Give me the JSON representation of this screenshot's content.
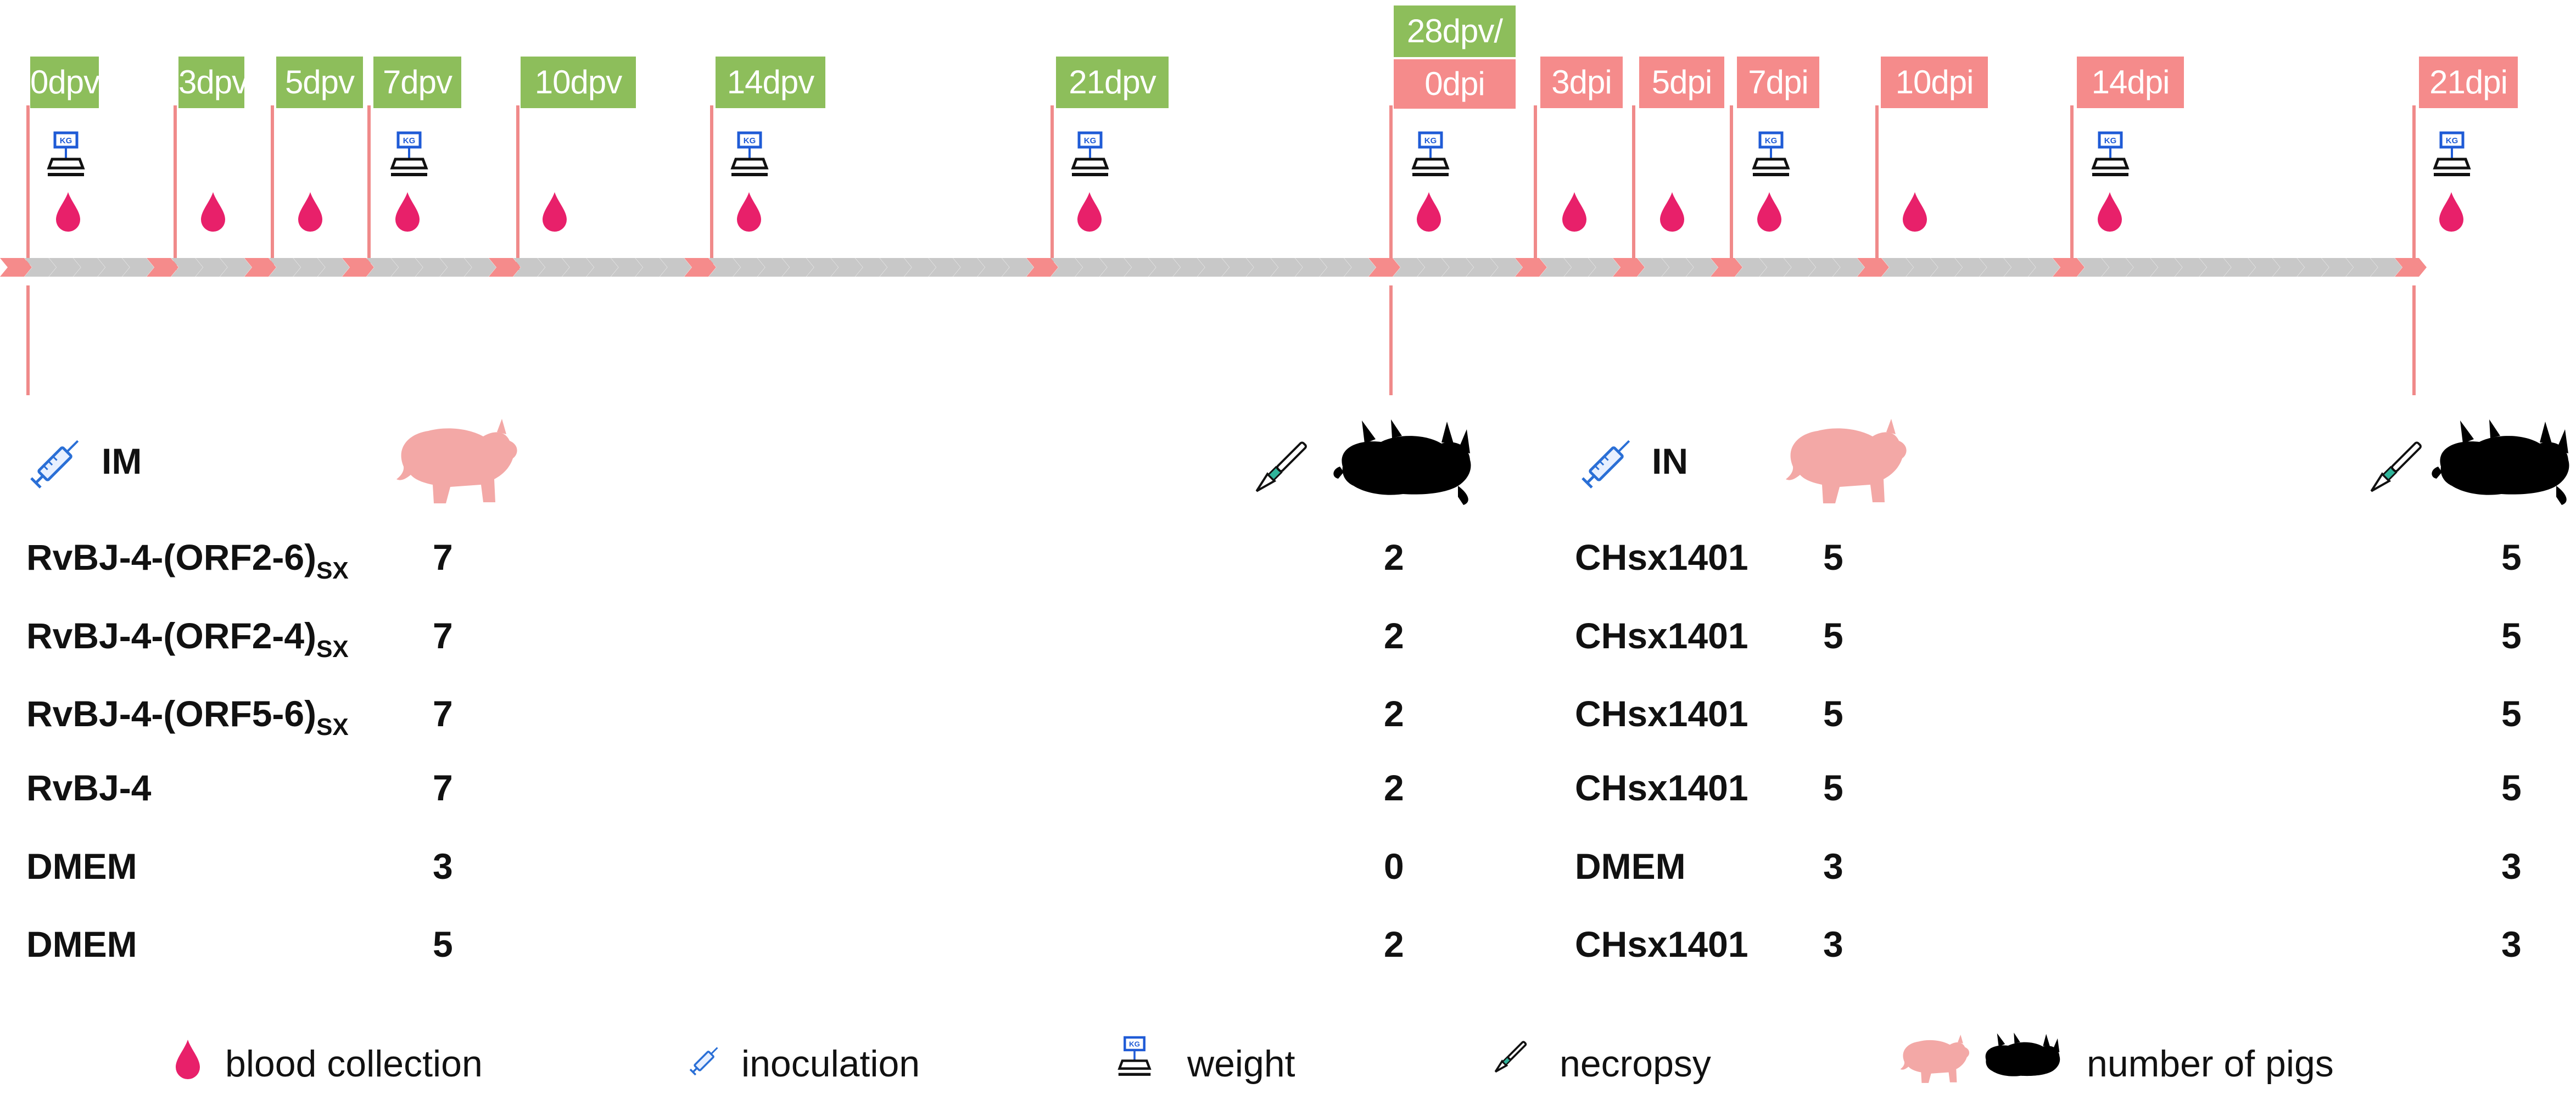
{
  "colors": {
    "vaccination": "#8dbe5b",
    "challenge": "#f58b8b",
    "blood": "#e8206a",
    "arrow_grey": "#c8c8c8",
    "arrow_pink": "#f58b8b",
    "pig_live": "#f3a8a6",
    "pig_dead": "#000000",
    "syringe": "#2a6fd6",
    "scale": "#1f5bd6"
  },
  "timeline": {
    "labels": [
      {
        "text": "0dpv",
        "type": "vaccination"
      },
      {
        "text": "3dpv",
        "type": "vaccination"
      },
      {
        "text": "5dpv",
        "type": "vaccination"
      },
      {
        "text": "7dpv",
        "type": "vaccination"
      },
      {
        "text": "10dpv",
        "type": "vaccination"
      },
      {
        "text": "14dpv",
        "type": "vaccination"
      },
      {
        "text": "21dpv",
        "type": "vaccination"
      },
      {
        "text": "28dpv/",
        "type": "vaccination"
      },
      {
        "text": "0dpi",
        "type": "challenge"
      },
      {
        "text": "3dpi",
        "type": "challenge"
      },
      {
        "text": "5dpi",
        "type": "challenge"
      },
      {
        "text": "7dpi",
        "type": "challenge"
      },
      {
        "text": "10dpi",
        "type": "challenge"
      },
      {
        "text": "14dpi",
        "type": "challenge"
      },
      {
        "text": "21dpi",
        "type": "challenge"
      }
    ],
    "icons": [
      "weight-icon",
      "blood-drop-icon",
      "syringe-icon",
      "scalpel-icon",
      "pig-icon"
    ]
  },
  "vaccination_block": {
    "route": "IM",
    "rows": [
      {
        "name": "RvBJ-4-(ORF2-6)",
        "subscript": "SX",
        "pigs": "7",
        "necropsy": "2"
      },
      {
        "name": "RvBJ-4-(ORF2-4)",
        "subscript": "SX",
        "pigs": "7",
        "necropsy": "2"
      },
      {
        "name": "RvBJ-4-(ORF5-6)",
        "subscript": "SX",
        "pigs": "7",
        "necropsy": "2"
      },
      {
        "name": "RvBJ-4",
        "subscript": "",
        "pigs": "7",
        "necropsy": "2"
      },
      {
        "name": "DMEM",
        "subscript": "",
        "pigs": "3",
        "necropsy": "0"
      },
      {
        "name": "DMEM",
        "subscript": "",
        "pigs": "5",
        "necropsy": "2"
      }
    ]
  },
  "challenge_block": {
    "route": "IN",
    "rows": [
      {
        "name": "CHsx1401",
        "pigs": "5",
        "necropsy": "5"
      },
      {
        "name": "CHsx1401",
        "pigs": "5",
        "necropsy": "5"
      },
      {
        "name": "CHsx1401",
        "pigs": "5",
        "necropsy": "5"
      },
      {
        "name": "CHsx1401",
        "pigs": "5",
        "necropsy": "5"
      },
      {
        "name": "DMEM",
        "pigs": "3",
        "necropsy": "3"
      },
      {
        "name": "CHsx1401",
        "pigs": "3",
        "necropsy": "3"
      }
    ]
  },
  "legend": {
    "blood": "blood collection",
    "inoculation": "inoculation",
    "weight": "weight",
    "necropsy": "necropsy",
    "pigs": "number of pigs"
  }
}
